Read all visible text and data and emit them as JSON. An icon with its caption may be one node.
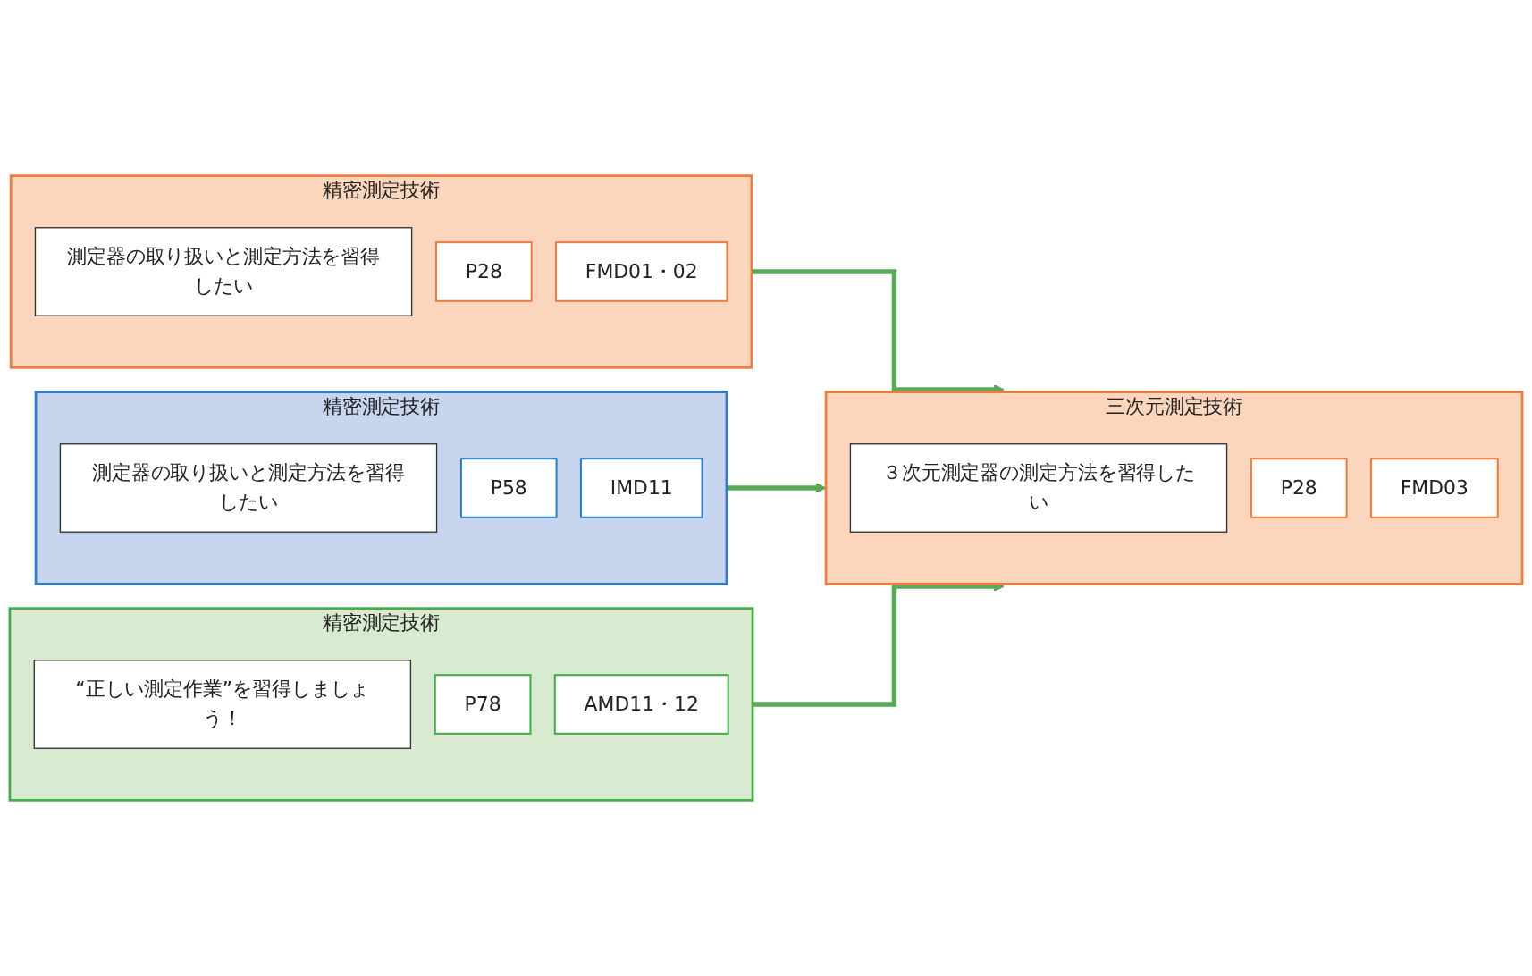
{
  "diagram": {
    "nodes": [
      {
        "text": [
          "精密測定技術"
        ]
      },
      {
        "text": [
          "測定器の取り扱いと測定方法を習得したい"
        ],
        "in": 0
      },
      {
        "text": [
          "P28"
        ],
        "in": 0
      },
      {
        "text": [
          "FMD01・02"
        ],
        "in": 0
      },
      {
        "text": [
          "精密測定技術"
        ]
      },
      {
        "text": [
          "測定器の取り扱いと測定方法を習得したい"
        ],
        "in": 4
      },
      {
        "text": [
          "P58"
        ],
        "in": 4
      },
      {
        "text": [
          "IMD11"
        ],
        "in": 4
      },
      {
        "text": [
          "精密測定技術"
        ]
      },
      {
        "text": [
          "“正しい測定作業”を習得しましょう！"
        ],
        "in": 8
      },
      {
        "text": [
          "P78"
        ],
        "in": 8
      },
      {
        "text": [
          "AMD11・12"
        ],
        "in": 8
      },
      {
        "text": [
          "三次元測定技術"
        ]
      },
      {
        "text": [
          "３次元測定器の測定方法を習得したい"
        ],
        "in": 12
      },
      {
        "text": [
          "P28"
        ],
        "in": 12
      },
      {
        "text": [
          "FMD03"
        ],
        "in": 12
      }
    ],
    "edges": [
      {
        "from": 0,
        "to": 12,
        "arrow": "to"
      },
      {
        "from": 4,
        "to": 12,
        "arrow": "to"
      },
      {
        "from": 8,
        "to": 12,
        "arrow": "to"
      }
    ]
  }
}
